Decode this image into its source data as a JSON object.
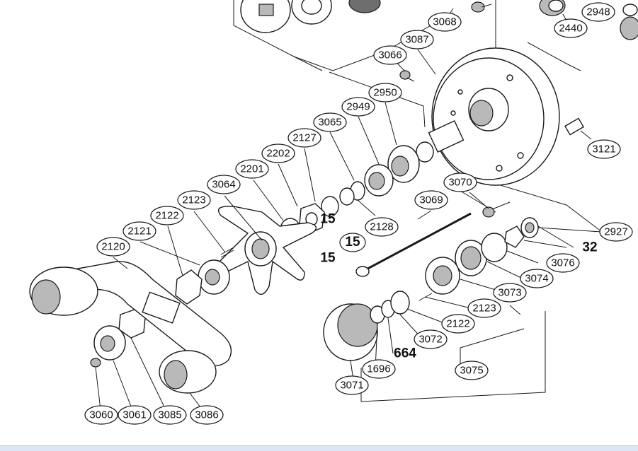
{
  "diagram": {
    "callouts": [
      "3068",
      "2948",
      "2440",
      "3087",
      "3066",
      "2950",
      "3121",
      "2949",
      "3065",
      "2127",
      "2202",
      "2201",
      "3064",
      "2123",
      "2122",
      "2121",
      "2120",
      "2128",
      "3069",
      "3070",
      "2927",
      "3076",
      "3074",
      "3073",
      "2123",
      "2122",
      "3072",
      "3075",
      "3071",
      "1696",
      "3060",
      "3061",
      "3085",
      "3086"
    ],
    "bold_labels": [
      "15",
      "15",
      "32",
      "664"
    ]
  },
  "colors": {
    "line": "#1a1a1a",
    "background": "#ffffff",
    "shade": "#b9b9b9"
  }
}
